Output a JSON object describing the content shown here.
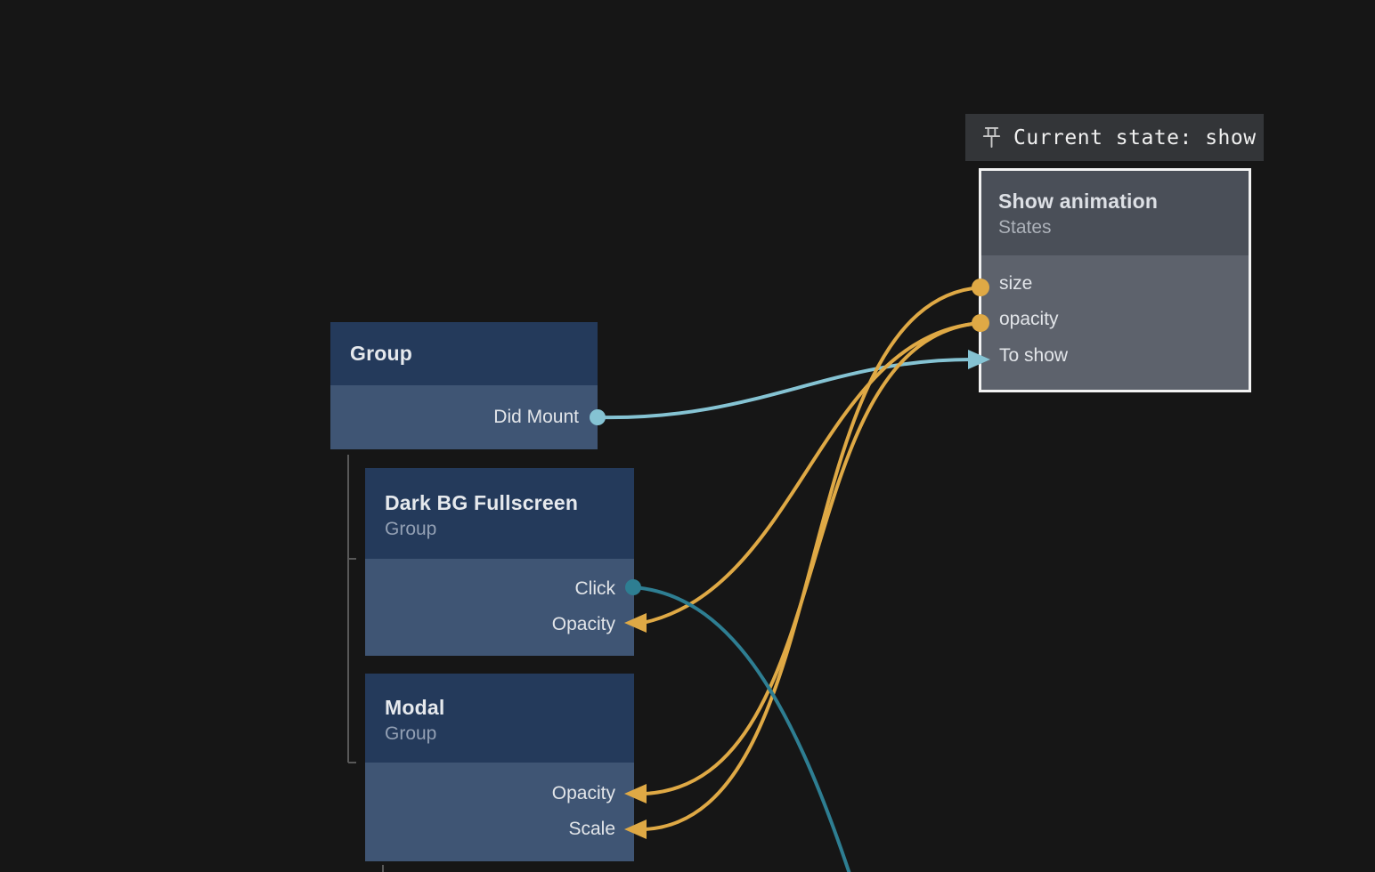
{
  "banner": {
    "text": "Current state: show"
  },
  "nodes": {
    "group": {
      "title": "Group",
      "ports": {
        "did_mount": {
          "label": "Did Mount",
          "direction": "output",
          "color": "#85c3d3"
        }
      }
    },
    "dark_bg_fullscreen": {
      "title": "Dark BG Fullscreen",
      "subtitle": "Group",
      "ports": {
        "click": {
          "label": "Click",
          "direction": "output",
          "color": "#2e7e92"
        },
        "opacity": {
          "label": "Opacity",
          "direction": "input",
          "color": "#dfa945"
        }
      }
    },
    "modal": {
      "title": "Modal",
      "subtitle": "Group",
      "ports": {
        "opacity": {
          "label": "Opacity",
          "direction": "input",
          "color": "#dfa945"
        },
        "scale": {
          "label": "Scale",
          "direction": "input",
          "color": "#dfa945"
        }
      }
    },
    "show_animation": {
      "title": "Show animation",
      "subtitle": "States",
      "selected": true,
      "ports": {
        "size": {
          "label": "size",
          "direction": "output",
          "color": "#dfa945"
        },
        "opacity": {
          "label": "opacity",
          "direction": "output",
          "color": "#dfa945"
        },
        "to_show": {
          "label": "To show",
          "direction": "input",
          "color": "#85c3d3"
        }
      }
    }
  },
  "connections": [
    {
      "from": "Group.Did Mount",
      "to": "Show animation.To show",
      "color": "#85c3d3"
    },
    {
      "from": "Show animation.size",
      "to": "Modal.Scale",
      "color": "#dfa945"
    },
    {
      "from": "Show animation.opacity",
      "to": "Dark BG Fullscreen.Opacity",
      "color": "#dfa945"
    },
    {
      "from": "Show animation.opacity",
      "to": "Modal.Opacity",
      "color": "#dfa945"
    },
    {
      "from": "Dark BG Fullscreen.Click",
      "to": "offscreen-bottom",
      "color": "#2e7e92"
    }
  ],
  "colors": {
    "background": "#161616",
    "node_header": "#243a5b",
    "node_body": "#3f5574",
    "state_node_header": "#4a4f58",
    "state_node_body": "#5d626c",
    "selection_border": "#f2f2f2",
    "wire_event_light": "#85c3d3",
    "wire_event_dark": "#2e7e92",
    "wire_value": "#dfa945",
    "banner_background": "#333538",
    "hierarchy_line": "#585858"
  }
}
